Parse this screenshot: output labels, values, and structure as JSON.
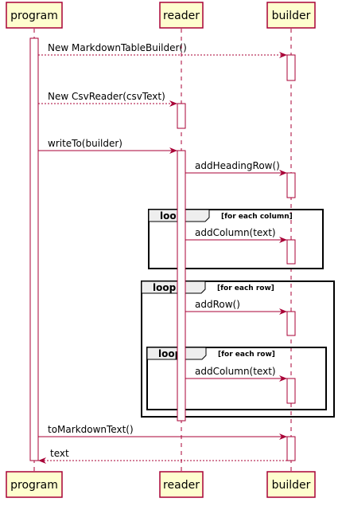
{
  "participants": [
    {
      "id": "program",
      "label": "program"
    },
    {
      "id": "reader",
      "label": "reader"
    },
    {
      "id": "builder",
      "label": "builder"
    }
  ],
  "messages": [
    {
      "from": "program",
      "to": "builder",
      "label": "New MarkdownTableBuilder()",
      "style": "dashed"
    },
    {
      "from": "program",
      "to": "reader",
      "label": "New CsvReader(csvText)",
      "style": "dashed"
    },
    {
      "from": "program",
      "to": "reader",
      "label": "writeTo(builder)",
      "style": "solid"
    },
    {
      "from": "reader",
      "to": "builder",
      "label": "addHeadingRow()",
      "style": "solid"
    },
    {
      "from": "reader",
      "to": "builder",
      "label": "addColumn(text)",
      "style": "solid"
    },
    {
      "from": "reader",
      "to": "builder",
      "label": "addRow()",
      "style": "solid"
    },
    {
      "from": "reader",
      "to": "builder",
      "label": "addColumn(text)",
      "style": "solid"
    },
    {
      "from": "program",
      "to": "builder",
      "label": "toMarkdownText()",
      "style": "solid"
    },
    {
      "from": "builder",
      "to": "program",
      "label": "text",
      "style": "dashed"
    }
  ],
  "fragments": [
    {
      "type": "loop",
      "label": "loop",
      "guard": "[for each column]"
    },
    {
      "type": "loop",
      "label": "loop",
      "guard": "[for each row]"
    },
    {
      "type": "loop",
      "label": "loop",
      "guard": "[for each row]"
    }
  ],
  "colors": {
    "participant_fill": "#FEFECE",
    "participant_border": "#A80036",
    "arrow": "#A80036",
    "activation_fill": "#ffffff"
  }
}
